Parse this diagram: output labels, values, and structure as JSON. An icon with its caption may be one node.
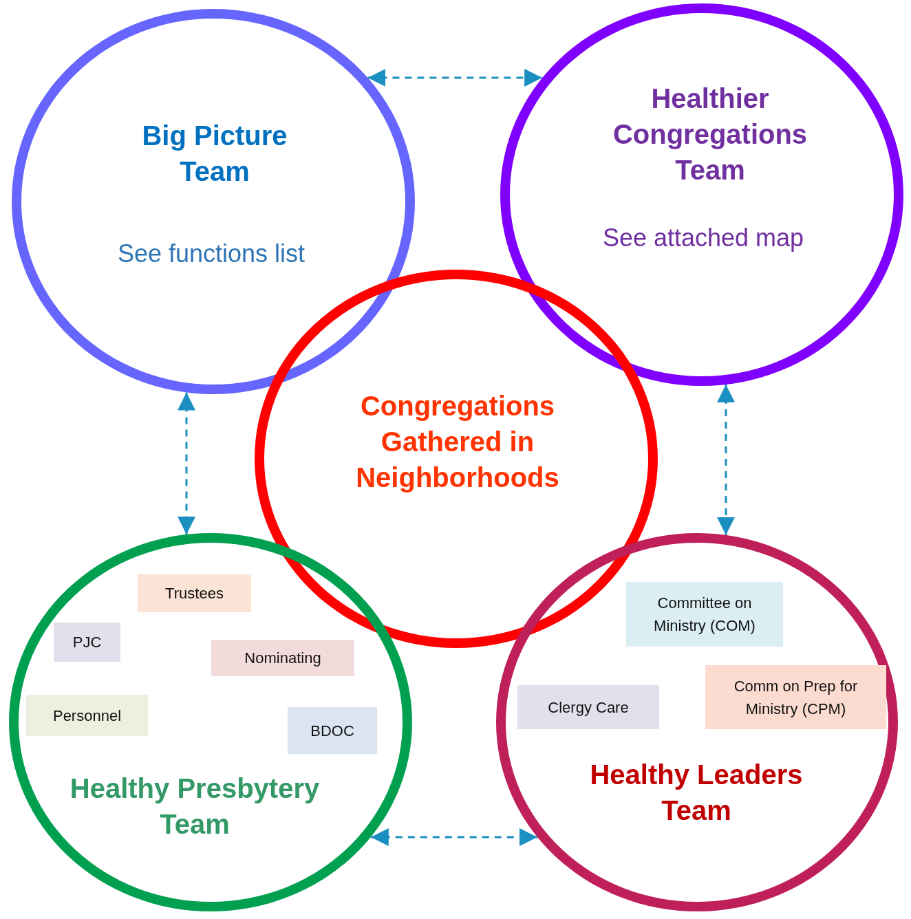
{
  "diagram": {
    "nodes": [
      {
        "text": [
          "Big Picture Team",
          "See functions list"
        ]
      },
      {
        "text": [
          "Healthier Congregations Team",
          "See attached map"
        ]
      },
      {
        "text": [
          "Congregations Gathered in Neighborhoods"
        ]
      },
      {
        "text": [
          "Healthy Presbytery Team"
        ]
      },
      {
        "text": [
          "Trustees"
        ],
        "in": 3
      },
      {
        "text": [
          "PJC"
        ],
        "in": 3
      },
      {
        "text": [
          "Nominating"
        ],
        "in": 3
      },
      {
        "text": [
          "Personnel"
        ],
        "in": 3
      },
      {
        "text": [
          "BDOC"
        ],
        "in": 3
      },
      {
        "text": [
          "Healthy Leaders Team"
        ]
      },
      {
        "text": [
          "Committee on Ministry (COM)"
        ],
        "in": 9
      },
      {
        "text": [
          "Comm on Prep for Ministry (CPM)"
        ],
        "in": 9
      },
      {
        "text": [
          "Clergy Care"
        ],
        "in": 9
      }
    ],
    "edges": [
      {
        "from": 0,
        "to": 1,
        "arrow": "both",
        "style": "dashed"
      },
      {
        "from": 0,
        "to": 3,
        "arrow": "both",
        "style": "dashed"
      },
      {
        "from": 1,
        "to": 9,
        "arrow": "both",
        "style": "dashed"
      },
      {
        "from": 3,
        "to": 9,
        "arrow": "both",
        "style": "dashed"
      }
    ]
  }
}
